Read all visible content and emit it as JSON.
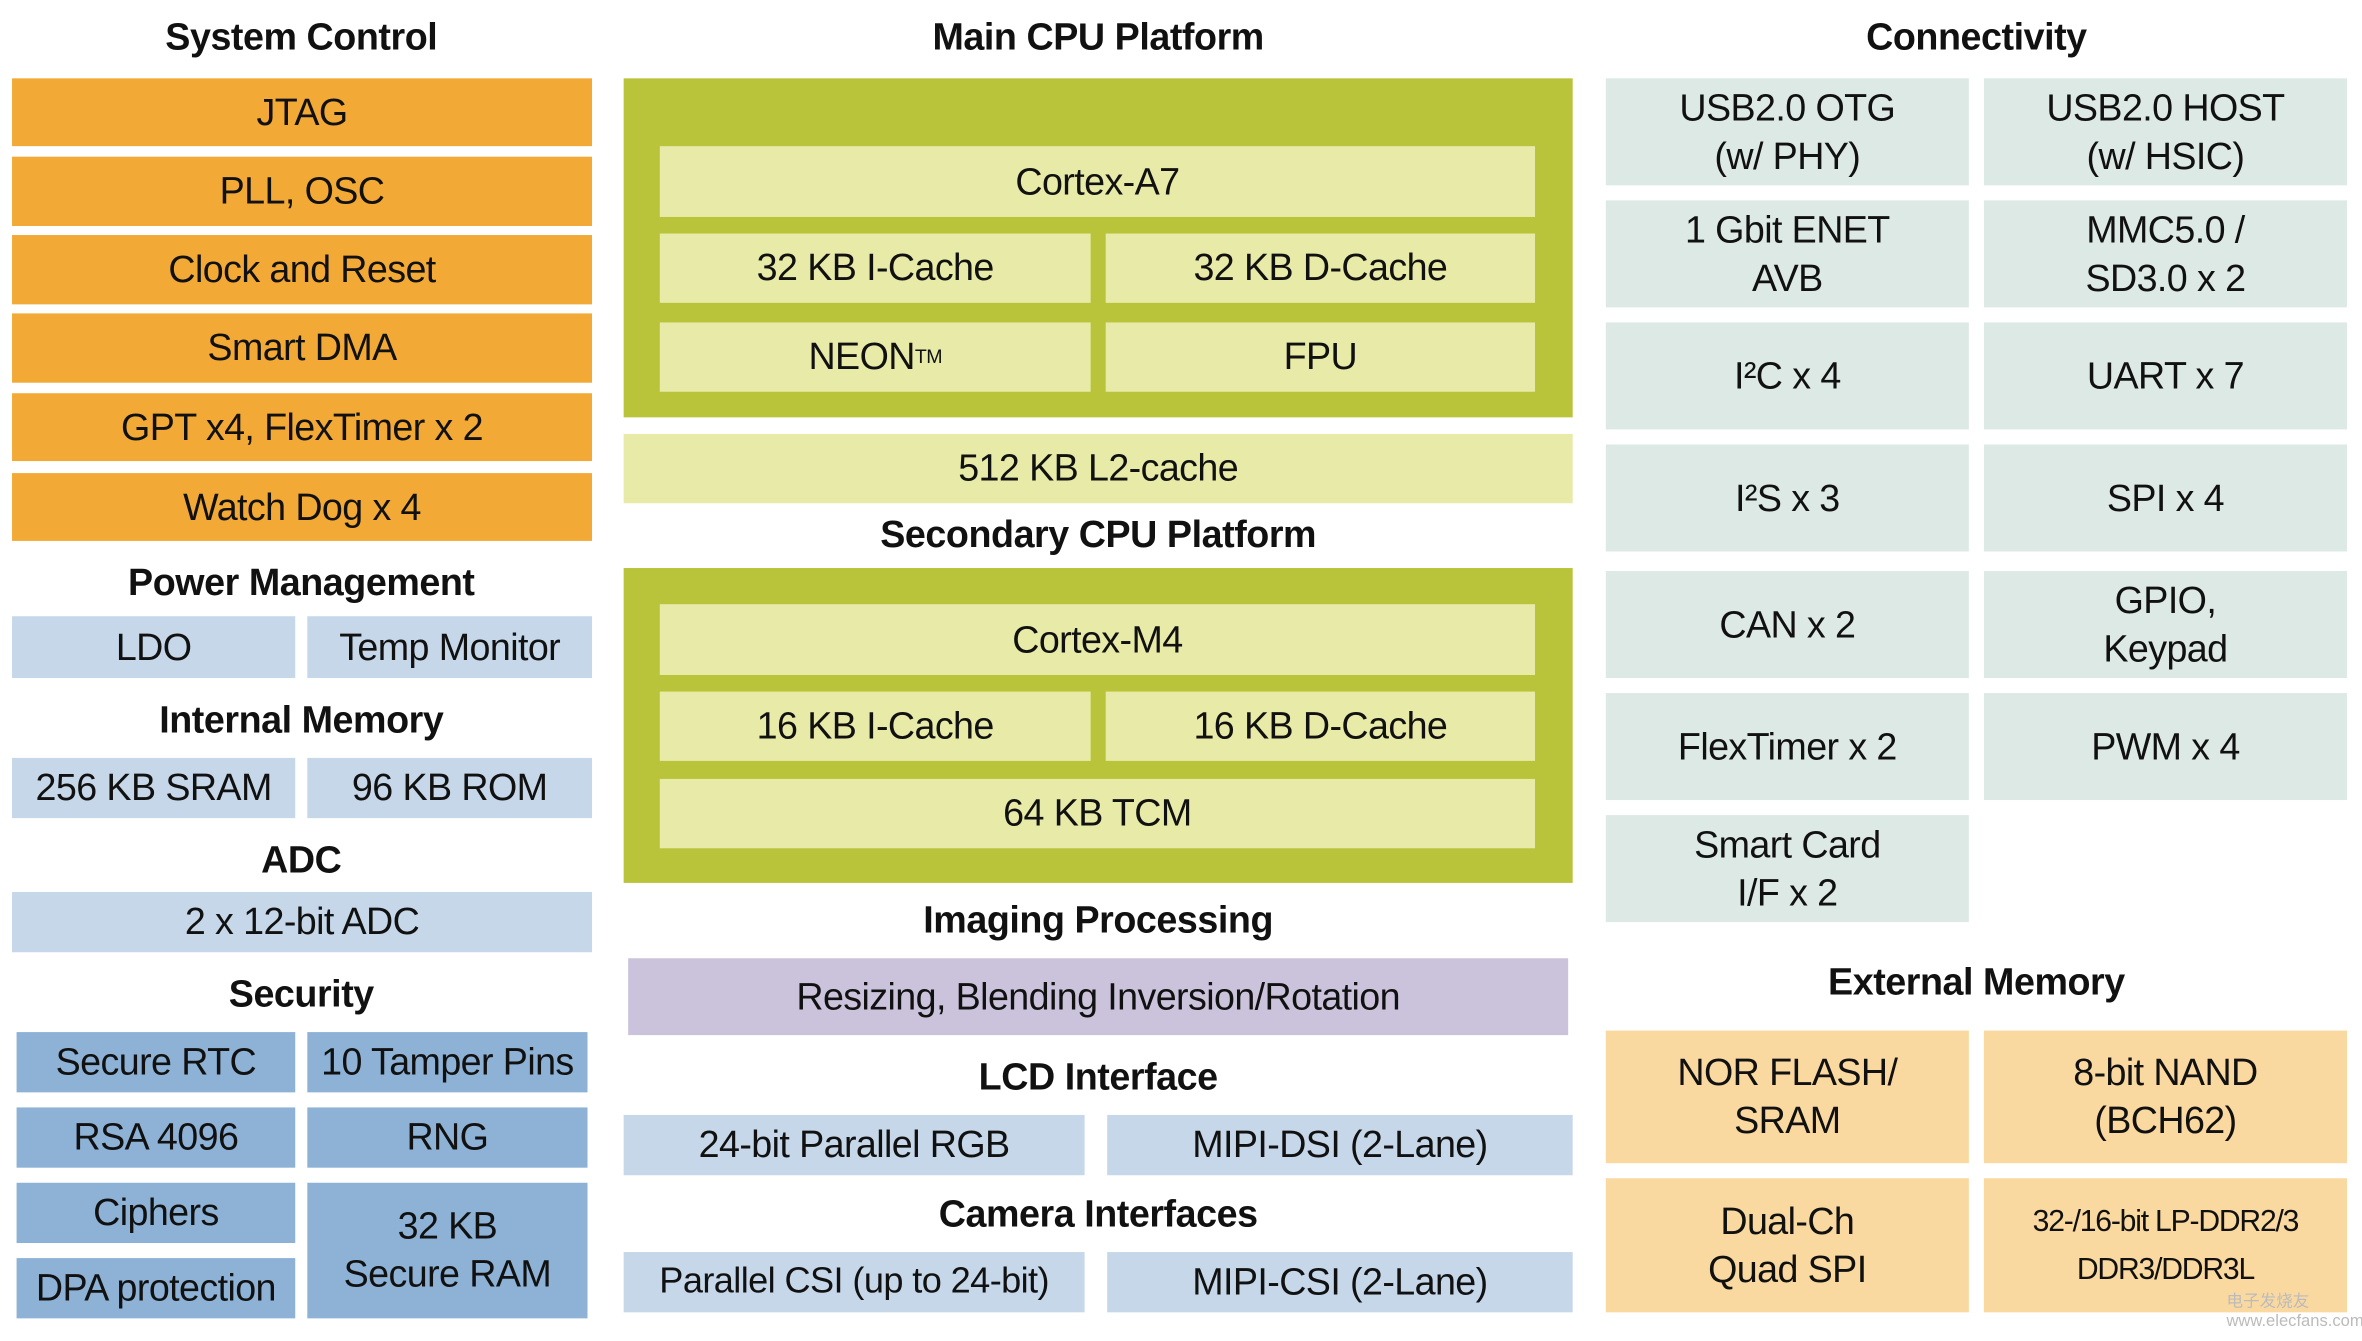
{
  "colors": {
    "system_control": "#F2A935",
    "cpu_platform": "#BAC43A",
    "cpu_block": "#E8EAA8",
    "light_blue": "#C5D7E9",
    "security": "#8DB2D6",
    "connectivity": "#DDE9E4",
    "imaging": "#CBC3DB",
    "external_memory": "#FAD9A0"
  },
  "system_control": {
    "title": "System Control",
    "items": [
      "JTAG",
      "PLL, OSC",
      "Clock and Reset",
      "Smart DMA",
      "GPT x4, FlexTimer x 2",
      "Watch Dog x 4"
    ]
  },
  "power": {
    "title": "Power Management",
    "items": [
      "LDO",
      "Temp Monitor"
    ]
  },
  "internal_memory": {
    "title": "Internal Memory",
    "items": [
      "256 KB SRAM",
      "96 KB ROM"
    ]
  },
  "adc": {
    "title": "ADC",
    "items": [
      "2 x 12-bit ADC"
    ]
  },
  "security": {
    "title": "Security",
    "items": [
      "Secure RTC",
      "10 Tamper Pins",
      "RSA 4096",
      "RNG",
      "Ciphers",
      "DPA protection",
      "32 KB\nSecure RAM"
    ]
  },
  "main_cpu": {
    "title": "Main CPU Platform",
    "core": "Cortex-A7",
    "icache": "32 KB I-Cache",
    "dcache": "32 KB D-Cache",
    "neon": "NEON",
    "neon_tm": "TM",
    "fpu": "FPU",
    "l2": "512 KB L2-cache"
  },
  "secondary_cpu": {
    "title": "Secondary CPU Platform",
    "core": "Cortex-M4",
    "icache": "16 KB I-Cache",
    "dcache": "16 KB D-Cache",
    "tcm": "64 KB TCM"
  },
  "imaging": {
    "title": "Imaging Processing",
    "item": "Resizing, Blending Inversion/Rotation"
  },
  "lcd": {
    "title": "LCD Interface",
    "items": [
      "24-bit Parallel RGB",
      "MIPI-DSI (2-Lane)"
    ]
  },
  "camera": {
    "title": "Camera Interfaces",
    "items": [
      "Parallel CSI (up to 24-bit)",
      "MIPI-CSI (2-Lane)"
    ]
  },
  "connectivity": {
    "title": "Connectivity",
    "items": [
      "USB2.0 OTG\n(w/ PHY)",
      "USB2.0 HOST\n(w/ HSIC)",
      "1 Gbit ENET\nAVB",
      "MMC5.0 /\nSD3.0 x 2",
      "I²C x 4",
      "UART x 7",
      "I²S x 3",
      "SPI x 4",
      "CAN x 2",
      "GPIO,\nKeypad",
      "FlexTimer x 2",
      "PWM x 4",
      "Smart Card\nI/F x 2"
    ]
  },
  "external_memory": {
    "title": "External Memory",
    "items": [
      "NOR FLASH/\nSRAM",
      "8-bit NAND\n(BCH62)",
      "Dual-Ch\nQuad SPI",
      "32-/16-bit LP-DDR2/3\nDDR3/DDR3L"
    ]
  },
  "watermark": "电子发烧友 www.elecfans.com"
}
